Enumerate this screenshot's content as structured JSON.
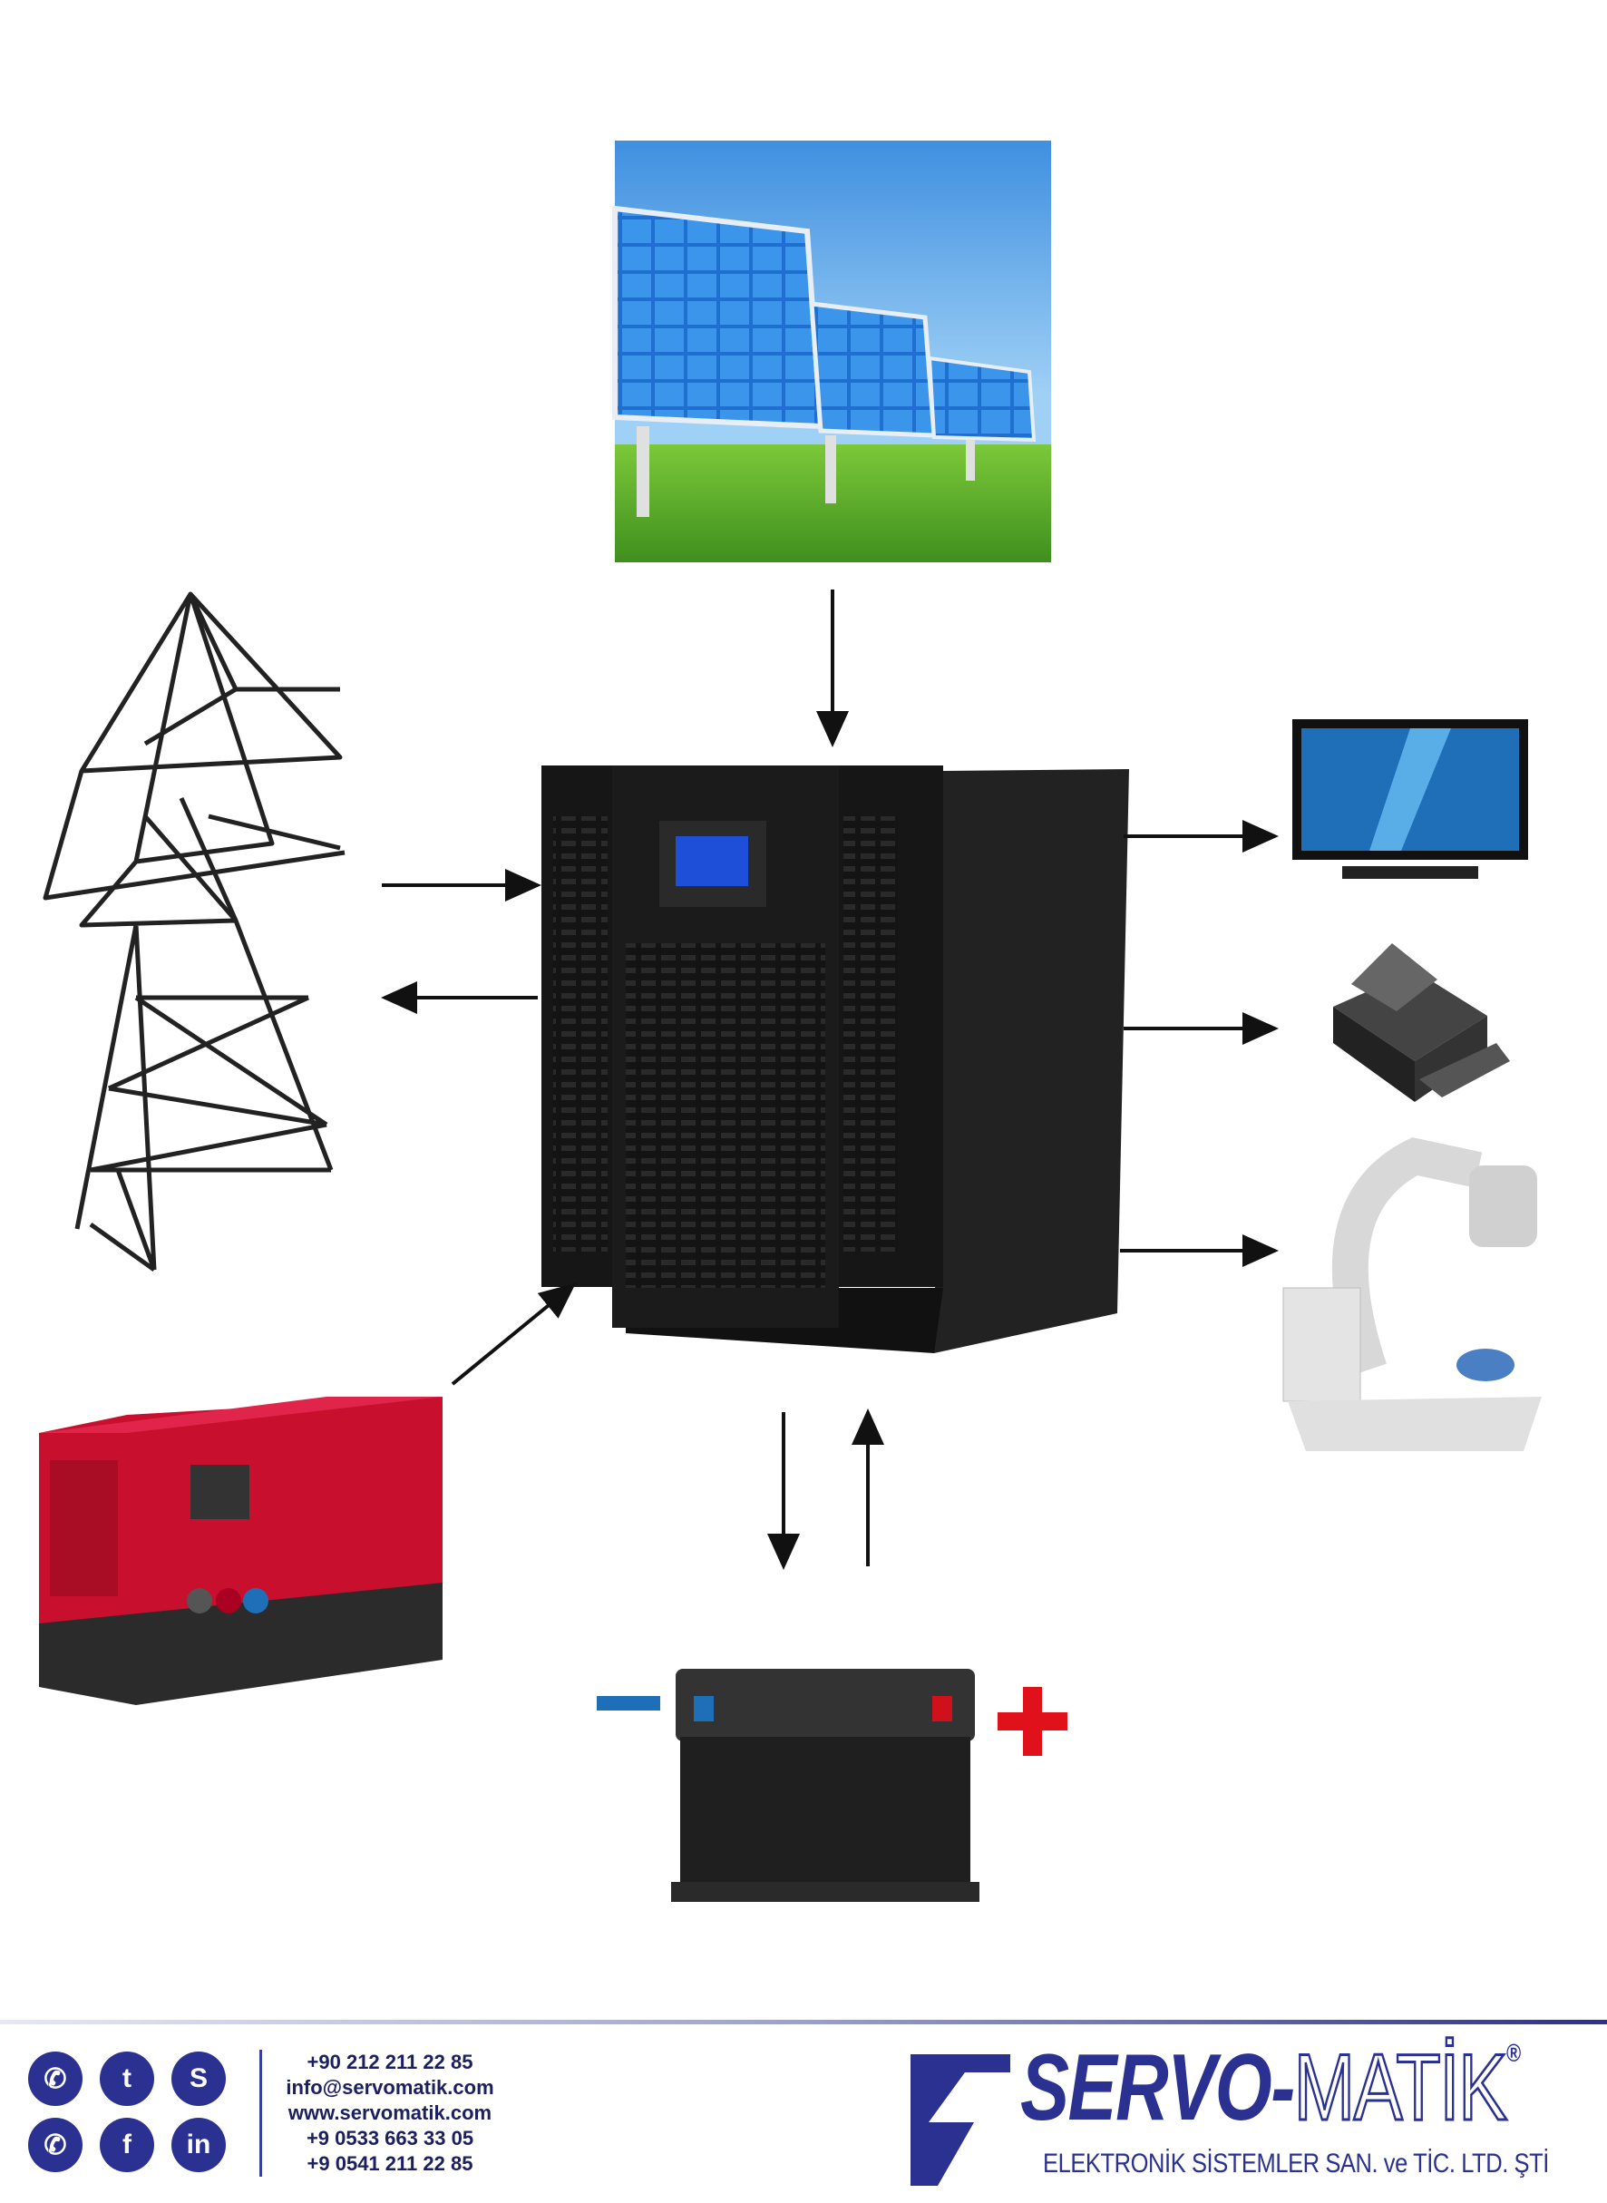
{
  "diagram": {
    "sources": [
      "solar-panels",
      "power-grid-tower",
      "diesel-generator"
    ],
    "center": "ups-cabinet",
    "loads": [
      "television",
      "printer",
      "medical-c-arm"
    ],
    "storage": "battery",
    "battery_terminals": {
      "negative": "−",
      "positive": "+"
    },
    "colors": {
      "negative": "#1f6fb8",
      "positive": "#e0111b",
      "generator": "#c8102e",
      "cabinet": "#1a1a1a"
    }
  },
  "footer": {
    "social_icons": [
      "phone-icon",
      "twitter-icon",
      "skype-icon",
      "whatsapp-icon",
      "facebook-icon",
      "linkedin-icon"
    ],
    "social_glyphs": {
      "phone": "✆",
      "twitter": "t",
      "skype": "S",
      "whatsapp": "✆",
      "facebook": "f",
      "linkedin": "in"
    },
    "contacts": [
      "+90 212 211 22 85",
      "info@servomatik.com",
      "www.servomatik.com",
      "+9 0533 663 33 05",
      "+9 0541 211 22 85"
    ],
    "brand_bold": "SERVO-",
    "brand_outline": "MATİK",
    "brand_reg": "®",
    "tagline": "ELEKTRONİK SİSTEMLER SAN. ve TİC. LTD. ŞTİ",
    "brand_color": "#2b3190"
  }
}
